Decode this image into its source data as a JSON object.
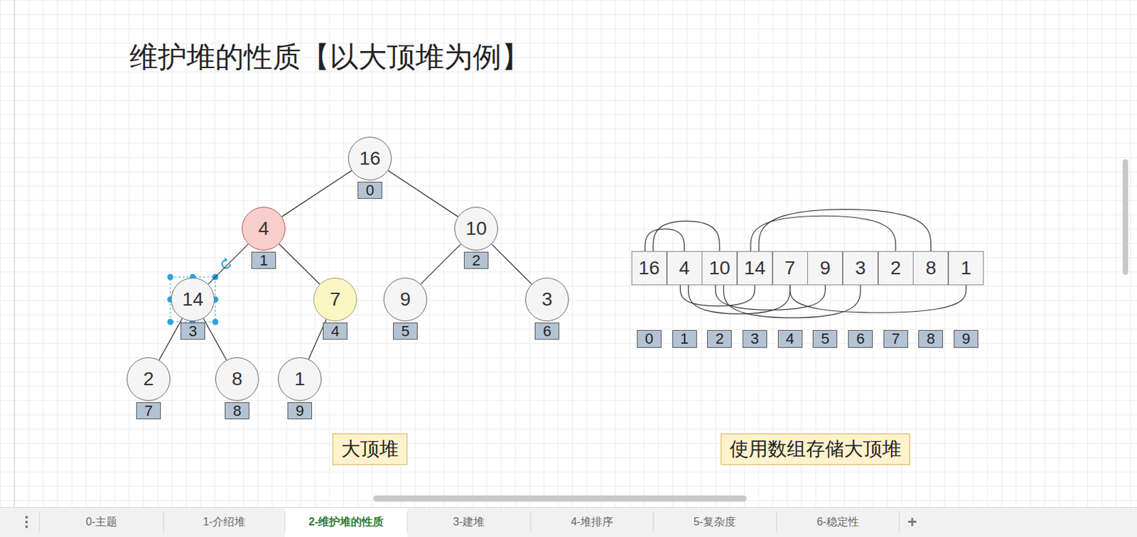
{
  "diagram": {
    "title": "维护堆的性质【以大顶堆为例】",
    "nodes": [
      {
        "text": [
          "16",
          "0"
        ]
      },
      {
        "text": [
          "4",
          "1"
        ]
      },
      {
        "text": [
          "10",
          "2"
        ]
      },
      {
        "text": [
          "14",
          "3"
        ]
      },
      {
        "text": [
          "7",
          "4"
        ]
      },
      {
        "text": [
          "9",
          "5"
        ]
      },
      {
        "text": [
          "3",
          "6"
        ]
      },
      {
        "text": [
          "2",
          "7"
        ]
      },
      {
        "text": [
          "8",
          "8"
        ]
      },
      {
        "text": [
          "1",
          "9"
        ]
      },
      {
        "text": [
          "16"
        ]
      },
      {
        "text": [
          "4"
        ]
      },
      {
        "text": [
          "10"
        ]
      },
      {
        "text": [
          "14"
        ]
      },
      {
        "text": [
          "7"
        ]
      },
      {
        "text": [
          "9"
        ]
      },
      {
        "text": [
          "3"
        ]
      },
      {
        "text": [
          "2"
        ]
      },
      {
        "text": [
          "8"
        ]
      },
      {
        "text": [
          "1"
        ]
      },
      {
        "text": [
          "0"
        ]
      },
      {
        "text": [
          "1"
        ]
      },
      {
        "text": [
          "2"
        ]
      },
      {
        "text": [
          "3"
        ]
      },
      {
        "text": [
          "4"
        ]
      },
      {
        "text": [
          "5"
        ]
      },
      {
        "text": [
          "6"
        ]
      },
      {
        "text": [
          "7"
        ]
      },
      {
        "text": [
          "8"
        ]
      },
      {
        "text": [
          "9"
        ]
      },
      {
        "text": [
          "大顶堆"
        ]
      },
      {
        "text": [
          "使用数组存储大顶堆"
        ]
      }
    ],
    "edges": [
      {
        "from": 0,
        "to": 1,
        "arrow": "none"
      },
      {
        "from": 0,
        "to": 2,
        "arrow": "none"
      },
      {
        "from": 1,
        "to": 3,
        "arrow": "none"
      },
      {
        "from": 1,
        "to": 4,
        "arrow": "none"
      },
      {
        "from": 2,
        "to": 5,
        "arrow": "none"
      },
      {
        "from": 2,
        "to": 6,
        "arrow": "none"
      },
      {
        "from": 3,
        "to": 7,
        "arrow": "none"
      },
      {
        "from": 3,
        "to": 8,
        "arrow": "none"
      },
      {
        "from": 4,
        "to": 9,
        "arrow": "none"
      },
      {
        "from": 10,
        "to": 11,
        "arrow": "none"
      },
      {
        "from": 10,
        "to": 12,
        "arrow": "none"
      },
      {
        "from": 13,
        "to": 17,
        "arrow": "none"
      },
      {
        "from": 13,
        "to": 18,
        "arrow": "none"
      },
      {
        "from": 11,
        "to": 13,
        "arrow": "none"
      },
      {
        "from": 11,
        "to": 14,
        "arrow": "none"
      },
      {
        "from": 12,
        "to": 15,
        "arrow": "none"
      },
      {
        "from": 12,
        "to": 16,
        "arrow": "none"
      },
      {
        "from": 14,
        "to": 19,
        "arrow": "none"
      }
    ],
    "labels": [
      "0-主题",
      "1-介绍堆",
      "2-维护堆的性质",
      "3-建堆",
      "4-堆排序",
      "5-复杂度",
      "6-稳定性",
      "+"
    ]
  }
}
